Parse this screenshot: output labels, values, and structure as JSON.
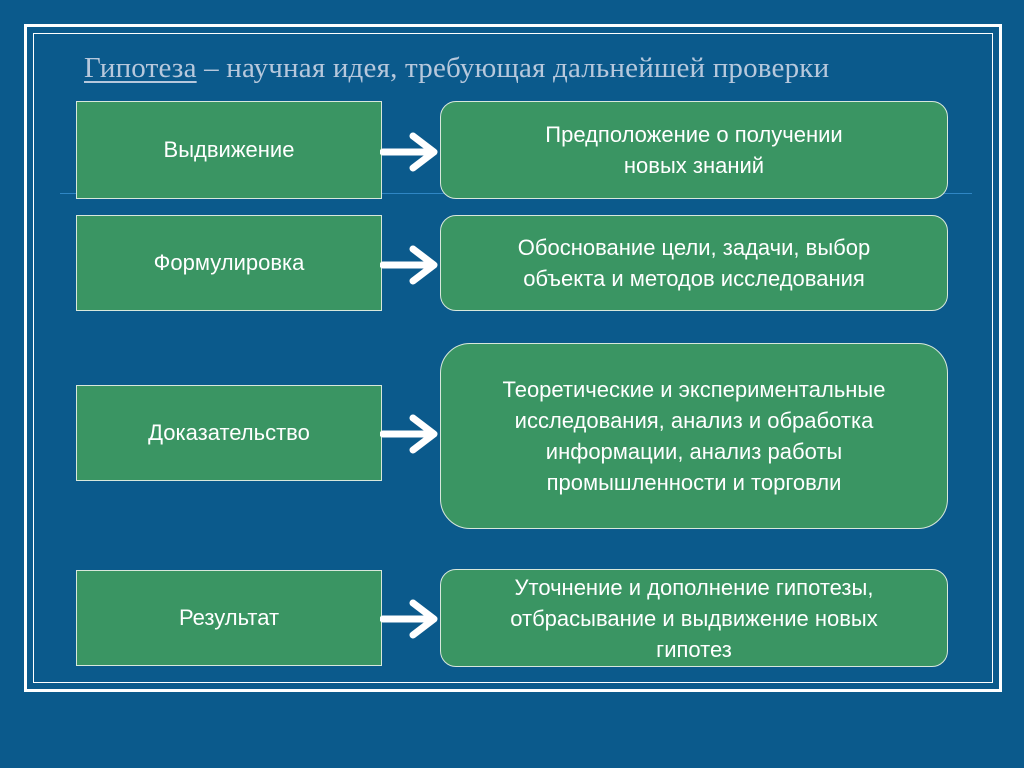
{
  "title": {
    "term": "Гипотеза",
    "rest": " – научная идея, требующая дальнейшей проверки"
  },
  "steps": [
    {
      "stage": "Выдвижение",
      "description": "Предположение о получении новых знаний"
    },
    {
      "stage": "Формулировка",
      "description": "Обоснование цели, задачи, выбор объекта и методов исследования"
    },
    {
      "stage": "Доказательство",
      "description": "Теоретические и экспериментальные исследования, анализ и обработка информации, анализ работы промышленности и торговли"
    },
    {
      "stage": "Результат",
      "description": "Уточнение и дополнение гипотезы, отбрасывание и выдвижение новых гипотез"
    }
  ],
  "colors": {
    "background": "#0b5a8c",
    "box_fill": "#3a9563",
    "title_text": "#b7c8dc",
    "box_text": "#ffffff"
  },
  "icons": {
    "connector": "arrow-right-icon"
  }
}
